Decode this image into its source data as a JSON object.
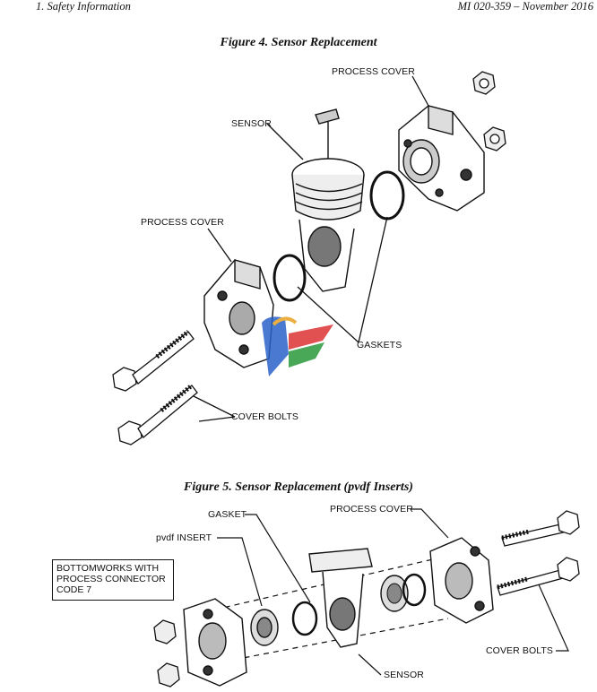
{
  "header": {
    "section": "1. Safety Information",
    "doc_ref": "MI 020-359 – November 2016"
  },
  "figure4": {
    "title": "Figure 4. Sensor Replacement",
    "labels": {
      "process_cover_top": "PROCESS COVER",
      "sensor": "SENSOR",
      "process_cover_left": "PROCESS COVER",
      "gaskets": "GASKETS",
      "cover_bolts": "COVER BOLTS"
    }
  },
  "figure5": {
    "title": "Figure 5. Sensor Replacement (pvdf Inserts)",
    "labels": {
      "gasket": "GASKET",
      "process_cover": "PROCESS COVER",
      "pvdf_insert": "pvdf INSERT",
      "cover_bolts": "COVER BOLTS",
      "sensor": "SENSOR"
    },
    "note_lines": [
      "BOTTOMWORKS WITH",
      "PROCESS CONNECTOR",
      "CODE 7"
    ]
  }
}
